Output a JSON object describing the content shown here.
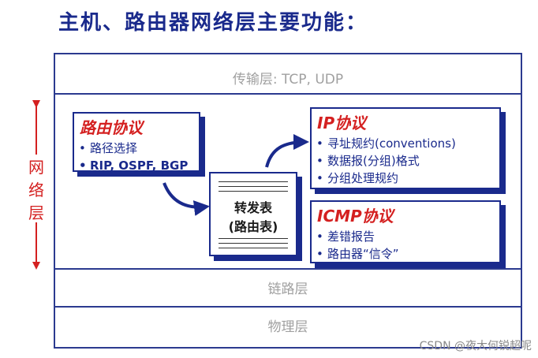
{
  "title": "主机、路由器网络层主要功能：",
  "layers": {
    "transport": "传输层: TCP, UDP",
    "link": "链路层",
    "physical": "物理层"
  },
  "side_label": "网络层",
  "routing": {
    "title": "路由协议",
    "items": [
      "路径选择",
      "RIP, OSPF, BGP"
    ]
  },
  "forwarding_table": {
    "line1": "转发表",
    "line2": "(路由表)"
  },
  "ip": {
    "title": "IP协议",
    "items": [
      "寻址规约(conventions)",
      "数据报(分组)格式",
      "分组处理规约"
    ]
  },
  "icmp": {
    "title": "ICMP协议",
    "items": [
      "差错报告",
      "路由器“信令”"
    ]
  },
  "bullet": "•",
  "watermark": "CSDN @夜大何锐超呢",
  "colors": {
    "frame": "#2b3a8f",
    "box_title": "#d42020",
    "text": "#1a2a8c",
    "arrow": "#1a2a8c",
    "side": "#d42020"
  }
}
